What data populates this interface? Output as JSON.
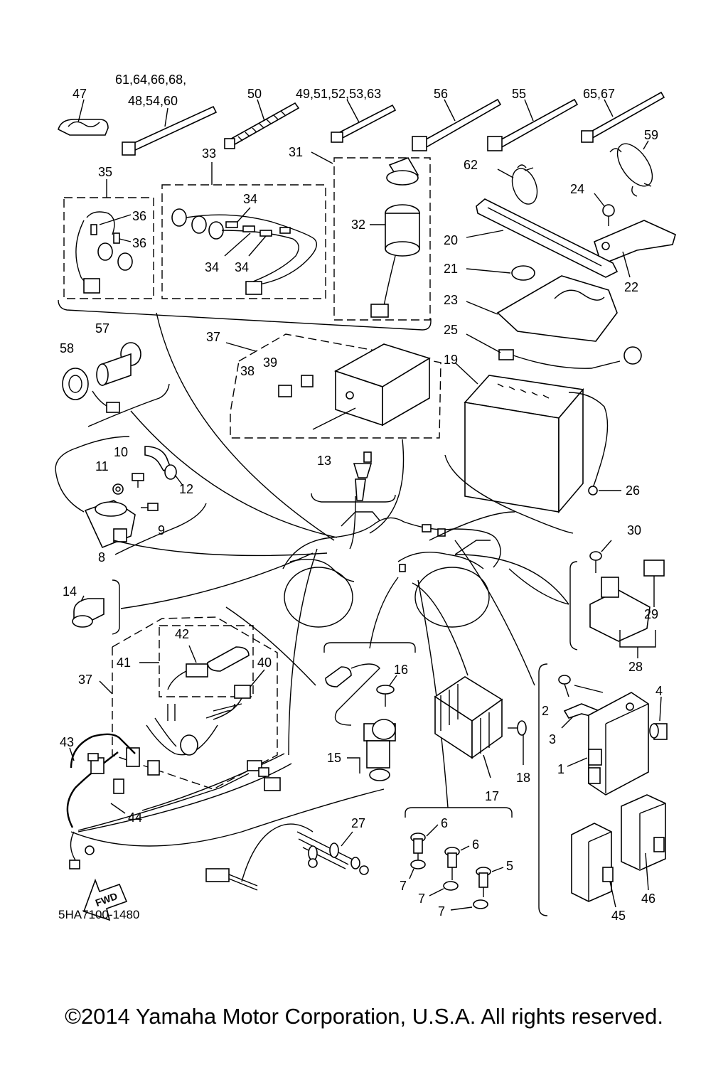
{
  "diagram_id": "5HA7100-1480",
  "direction_label": "FWD",
  "copyright": "©2014 Yamaha Motor Corporation, U.S.A. All rights reserved.",
  "callouts": {
    "c47": "47",
    "c61": "61,64,66,68,",
    "c48": "48,54,60",
    "c50": "50",
    "c49": "49,51,52,53,63",
    "c56": "56",
    "c55": "55",
    "c65": "65,67",
    "c59": "59",
    "c62": "62",
    "c35": "35",
    "c33": "33",
    "c31": "31",
    "c34a": "34",
    "c36a": "36",
    "c36b": "36",
    "c34b": "34",
    "c34c": "34",
    "c32": "32",
    "c24": "24",
    "c20": "20",
    "c22": "22",
    "c21": "21",
    "c23": "23",
    "c25": "25",
    "c57": "57",
    "c58": "58",
    "c37a": "37",
    "c39": "39",
    "c38": "38",
    "c19": "19",
    "c10": "10",
    "c11": "11",
    "c12": "12",
    "c13": "13",
    "c26": "26",
    "c9": "9",
    "c8": "8",
    "c30": "30",
    "c14": "14",
    "c29": "29",
    "c28": "28",
    "c42": "42",
    "c41": "41",
    "c40": "40",
    "c37b": "37",
    "c16": "16",
    "c4": "4",
    "c2": "2",
    "c3": "3",
    "c43": "43",
    "c15": "15",
    "c18": "18",
    "c1": "1",
    "c44": "44",
    "c17": "17",
    "c27": "27",
    "c6a": "6",
    "c6b": "6",
    "c5": "5",
    "c7a": "7",
    "c7b": "7",
    "c7c": "7",
    "c45": "45",
    "c46": "46"
  }
}
